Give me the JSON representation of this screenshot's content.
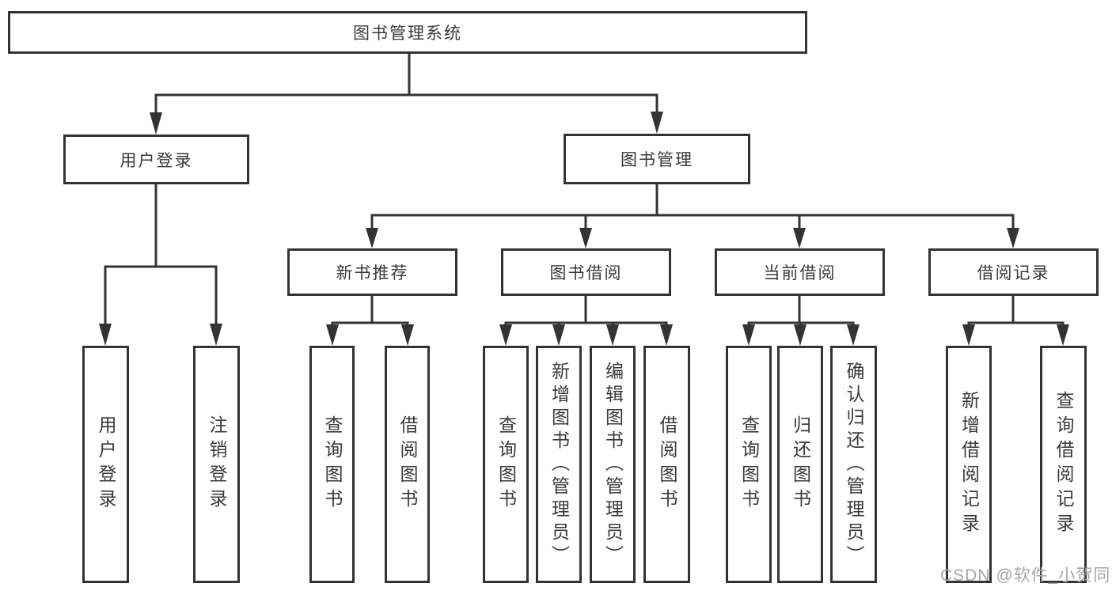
{
  "tree": {
    "label": "图书管理系统",
    "children": [
      {
        "label": "用户登录",
        "children": [
          {
            "label": "用户登录"
          },
          {
            "label": "注销登录"
          }
        ]
      },
      {
        "label": "图书管理",
        "children": [
          {
            "label": "新书推荐",
            "children": [
              {
                "label": "查询图书"
              },
              {
                "label": "借阅图书"
              }
            ]
          },
          {
            "label": "图书借阅",
            "children": [
              {
                "label": "查询图书"
              },
              {
                "label": "新增图书（管理员）"
              },
              {
                "label": "编辑图书（管理员）"
              },
              {
                "label": "借阅图书"
              }
            ]
          },
          {
            "label": "当前借阅",
            "children": [
              {
                "label": "查询图书"
              },
              {
                "label": "归还图书"
              },
              {
                "label": "确认归还（管理员）"
              }
            ]
          },
          {
            "label": "借阅记录",
            "children": [
              {
                "label": "新增借阅记录"
              },
              {
                "label": "查询借阅记录"
              }
            ]
          }
        ]
      }
    ]
  },
  "watermark": "CSDN @软件_小贺同学",
  "colors": {
    "line": "#333333",
    "box_border": "#333333",
    "text": "#3a3a3a",
    "watermark": "#a6a6a6",
    "background": "#ffffff"
  }
}
